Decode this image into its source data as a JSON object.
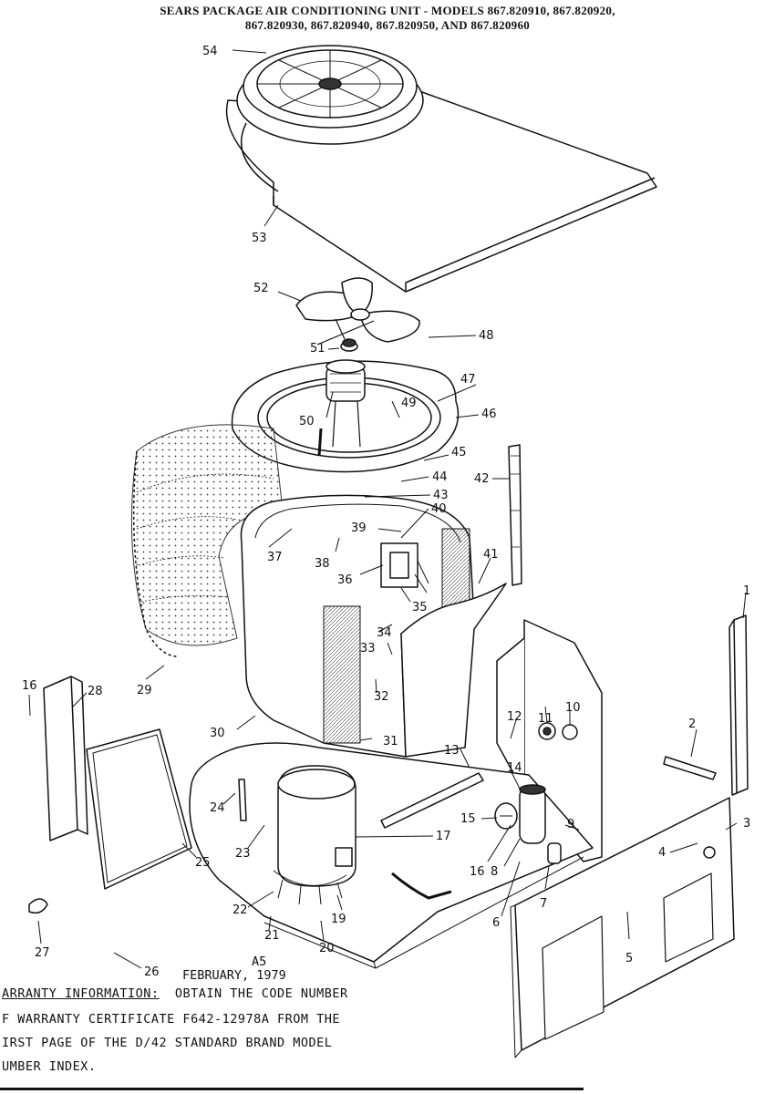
{
  "header": {
    "line1": "SEARS PACKAGE AIR CONDITIONING UNIT - MODELS 867.820910, 867.820920,",
    "line2": "867.820930, 867.820940, 867.820950, AND 867.820960"
  },
  "callouts": [
    "54",
    "53",
    "52",
    "48",
    "51",
    "47",
    "49",
    "50",
    "46",
    "45",
    "44",
    "42",
    "43",
    "40",
    "39",
    "37",
    "38",
    "36",
    "41",
    "35",
    "34",
    "33",
    "1",
    "16",
    "28",
    "29",
    "32",
    "31",
    "12",
    "10",
    "11",
    "30",
    "2",
    "13",
    "14",
    "3",
    "15",
    "9",
    "4",
    "24",
    "17",
    "23",
    "25",
    "16",
    "8",
    "22",
    "19",
    "6",
    "7",
    "5",
    "27",
    "21",
    "20",
    "26"
  ],
  "footer": {
    "page_id": "A5",
    "date": "FEBRUARY, 1979",
    "warranty_label": "ARRANTY INFORMATION:",
    "warranty_text": "OBTAIN THE CODE NUMBER",
    "line2": "F WARRANTY CERTIFICATE F642-12978A FROM THE",
    "line3": "IRST PAGE OF THE D/42 STANDARD BRAND MODEL",
    "line4": "UMBER INDEX."
  }
}
